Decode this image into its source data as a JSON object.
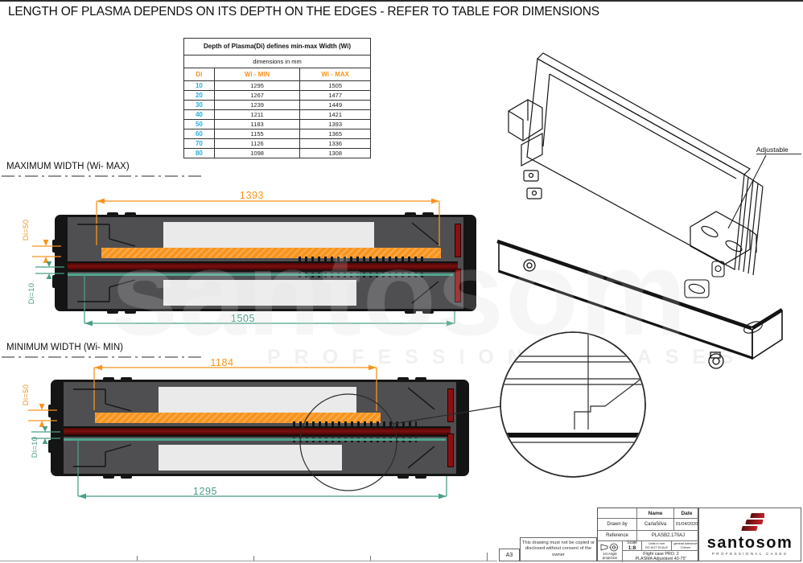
{
  "sheet": {
    "title": "LENGTH OF PLASMA DEPENDS ON ITS DEPTH ON THE EDGES - REFER TO TABLE FOR DIMENSIONS"
  },
  "table": {
    "title": "Depth of Plasma(Di) defines min-max Width (Wi)",
    "subtitle": "dimensions in mm",
    "columns": [
      "Di",
      "Wi - MIN",
      "Wi - MAX"
    ],
    "rows": [
      [
        10,
        1295,
        1505
      ],
      [
        20,
        1267,
        1477
      ],
      [
        30,
        1239,
        1449
      ],
      [
        40,
        1211,
        1421
      ],
      [
        50,
        1183,
        1393
      ],
      [
        60,
        1155,
        1365
      ],
      [
        70,
        1126,
        1336
      ],
      [
        80,
        1098,
        1308
      ]
    ]
  },
  "sections": {
    "max": {
      "label": "MAXIMUM WIDTH (Wi- MAX)",
      "dim_inner": "1393",
      "dim_outer": "1505",
      "di_top": "Di=50",
      "di_bottom": "Di=10"
    },
    "min": {
      "label": "MINIMUM WIDTH (Wi- MIN)",
      "dim_inner": "1184",
      "dim_outer": "1295",
      "di_top": "Di=50",
      "di_bottom": "Di=10"
    }
  },
  "iso": {
    "callout": "Adjustable"
  },
  "watermark": {
    "word": "santosom",
    "tagline": "PROFESSIONAL CASES"
  },
  "title_block": {
    "sheet_size": "A3",
    "disclaimer": "This drawing must not be copied or disclosed without consent of the owner",
    "name_header": "Name",
    "date_header": "Date",
    "drawn_by_label": "Drawn by",
    "drawn_by": "CarlaSilva",
    "date": "01/04/2020",
    "reference_label": "Reference",
    "reference": "PLASB2.170AJ",
    "projection_label": "1st Angle projection",
    "scale_label": "Scale",
    "scale_value": "1:8",
    "units_line1": "Units in mm",
    "units_line2": "DO NOT SCALE",
    "tolerance_line1": "general tolerance",
    "tolerance_line2": "0.5mm",
    "description_line1": "Flight case PRO. 2",
    "description_line2": "PLASMA Adjustável 43-75''"
  },
  "logo": {
    "name": "santosom",
    "tagline": "PROFESSIONAL CASES"
  },
  "colors": {
    "accent_orange": "#F7941E",
    "accent_teal": "#4A9E87",
    "accent_blue": "#29ABE2",
    "plasma_red": "#6D0A0A",
    "logo_red": "#A11B1E",
    "case_gray": "#4F4F52"
  }
}
